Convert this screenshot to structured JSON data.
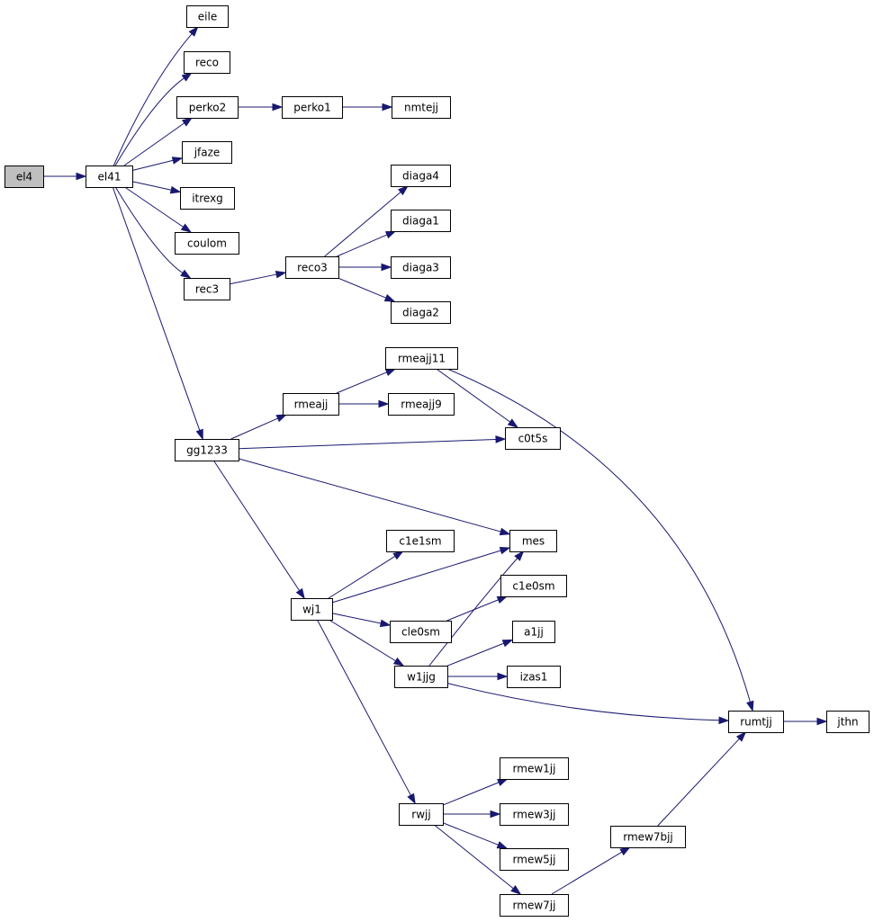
{
  "diagram": {
    "type": "call-graph",
    "colors": {
      "edge": "#191970",
      "node_border": "#000000",
      "root_fill": "#bfbfbf",
      "node_fill": "#ffffff"
    },
    "nodes": [
      {
        "id": "el4",
        "label": "el4",
        "root": true
      },
      {
        "id": "el41",
        "label": "el41"
      },
      {
        "id": "eile",
        "label": "eile"
      },
      {
        "id": "reco",
        "label": "reco"
      },
      {
        "id": "perko2",
        "label": "perko2"
      },
      {
        "id": "perko1",
        "label": "perko1"
      },
      {
        "id": "nmtejj",
        "label": "nmtejj"
      },
      {
        "id": "jfaze",
        "label": "jfaze"
      },
      {
        "id": "itrexg",
        "label": "itrexg"
      },
      {
        "id": "coulom",
        "label": "coulom"
      },
      {
        "id": "rec3",
        "label": "rec3"
      },
      {
        "id": "reco3",
        "label": "reco3"
      },
      {
        "id": "diaga4",
        "label": "diaga4"
      },
      {
        "id": "diaga1",
        "label": "diaga1"
      },
      {
        "id": "diaga3",
        "label": "diaga3"
      },
      {
        "id": "diaga2",
        "label": "diaga2"
      },
      {
        "id": "gg1233",
        "label": "gg1233"
      },
      {
        "id": "rmeajj",
        "label": "rmeajj"
      },
      {
        "id": "rmeajj11",
        "label": "rmeajj11"
      },
      {
        "id": "rmeajj9",
        "label": "rmeajj9"
      },
      {
        "id": "c0t5s",
        "label": "c0t5s"
      },
      {
        "id": "mes",
        "label": "mes"
      },
      {
        "id": "c1e1sm",
        "label": "c1e1sm"
      },
      {
        "id": "wj1",
        "label": "wj1"
      },
      {
        "id": "c1e0sm",
        "label": "c1e0sm"
      },
      {
        "id": "cle0sm",
        "label": "cle0sm"
      },
      {
        "id": "a1jj",
        "label": "a1jj"
      },
      {
        "id": "w1jjg",
        "label": "w1jjg"
      },
      {
        "id": "izas1",
        "label": "izas1"
      },
      {
        "id": "rumtjj",
        "label": "rumtjj"
      },
      {
        "id": "jthn",
        "label": "jthn"
      },
      {
        "id": "rmew1jj",
        "label": "rmew1jj"
      },
      {
        "id": "rwjj",
        "label": "rwjj"
      },
      {
        "id": "rmew3jj",
        "label": "rmew3jj"
      },
      {
        "id": "rmew7bjj",
        "label": "rmew7bjj"
      },
      {
        "id": "rmew5jj",
        "label": "rmew5jj"
      },
      {
        "id": "rmew7jj",
        "label": "rmew7jj"
      }
    ],
    "edges": [
      [
        "el4",
        "el41"
      ],
      [
        "el41",
        "eile"
      ],
      [
        "el41",
        "reco"
      ],
      [
        "el41",
        "perko2"
      ],
      [
        "perko2",
        "perko1"
      ],
      [
        "perko1",
        "nmtejj"
      ],
      [
        "el41",
        "jfaze"
      ],
      [
        "el41",
        "itrexg"
      ],
      [
        "el41",
        "coulom"
      ],
      [
        "el41",
        "rec3"
      ],
      [
        "rec3",
        "reco3"
      ],
      [
        "reco3",
        "diaga4"
      ],
      [
        "reco3",
        "diaga1"
      ],
      [
        "reco3",
        "diaga3"
      ],
      [
        "reco3",
        "diaga2"
      ],
      [
        "el41",
        "gg1233"
      ],
      [
        "gg1233",
        "rmeajj"
      ],
      [
        "rmeajj",
        "rmeajj11"
      ],
      [
        "rmeajj",
        "rmeajj9"
      ],
      [
        "rmeajj11",
        "c0t5s"
      ],
      [
        "rmeajj11",
        "rumtjj"
      ],
      [
        "gg1233",
        "c0t5s"
      ],
      [
        "gg1233",
        "mes"
      ],
      [
        "gg1233",
        "wj1"
      ],
      [
        "wj1",
        "c1e1sm"
      ],
      [
        "wj1",
        "mes"
      ],
      [
        "wj1",
        "cle0sm"
      ],
      [
        "wj1",
        "w1jjg"
      ],
      [
        "wj1",
        "rwjj"
      ],
      [
        "cle0sm",
        "c1e0sm"
      ],
      [
        "w1jjg",
        "mes"
      ],
      [
        "w1jjg",
        "a1jj"
      ],
      [
        "w1jjg",
        "izas1"
      ],
      [
        "w1jjg",
        "rumtjj"
      ],
      [
        "rumtjj",
        "jthn"
      ],
      [
        "rwjj",
        "rmew1jj"
      ],
      [
        "rwjj",
        "rmew3jj"
      ],
      [
        "rwjj",
        "rmew5jj"
      ],
      [
        "rwjj",
        "rmew7jj"
      ],
      [
        "rmew7jj",
        "rmew7bjj"
      ],
      [
        "rmew7bjj",
        "rumtjj"
      ]
    ]
  }
}
